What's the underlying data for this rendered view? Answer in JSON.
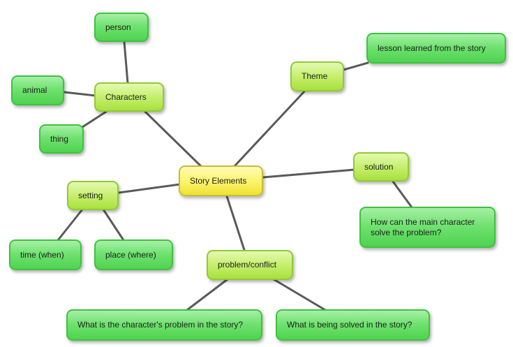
{
  "center": {
    "label": "Story Elements"
  },
  "characters": {
    "label": "Characters",
    "children": [
      {
        "label": "person"
      },
      {
        "label": "animal"
      },
      {
        "label": "thing"
      }
    ]
  },
  "theme": {
    "label": "Theme",
    "children": [
      {
        "label": "lesson learned from the story"
      }
    ]
  },
  "solution": {
    "label": "solution",
    "children": [
      {
        "label": "How can the main character solve the problem?"
      }
    ]
  },
  "setting": {
    "label": "setting",
    "children": [
      {
        "label": "time (when)"
      },
      {
        "label": "place (where)"
      }
    ]
  },
  "problem": {
    "label": "problem/conflict",
    "children": [
      {
        "label": "What is the character's problem in the story?"
      },
      {
        "label": "What is being solved in the story?"
      }
    ]
  },
  "colors": {
    "center_fill": "#fcf56f",
    "branch_fill": "#c6ef6e",
    "leaf_fill": "#70e270",
    "connector": "#5a5a5a"
  }
}
